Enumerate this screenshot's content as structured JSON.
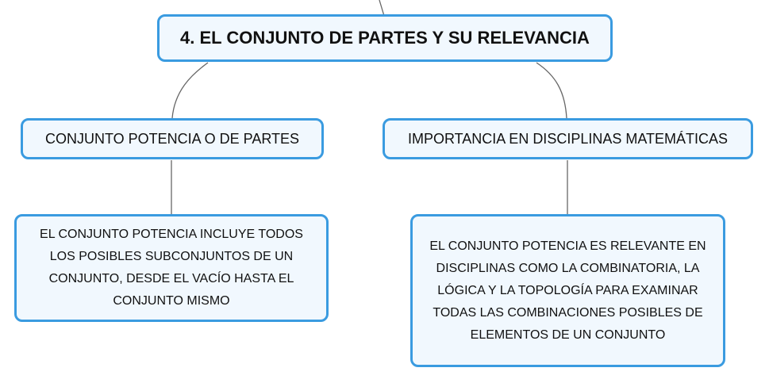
{
  "diagram": {
    "root": {
      "label": "4. EL CONJUNTO DE PARTES Y SU RELEVANCIA"
    },
    "branches": [
      {
        "label": "CONJUNTO POTENCIA O DE PARTES",
        "detail": "EL CONJUNTO POTENCIA INCLUYE TODOS LOS POSIBLES SUBCONJUNTOS DE UN CONJUNTO, DESDE EL VACÍO HASTA EL CONJUNTO MISMO"
      },
      {
        "label": "IMPORTANCIA EN DISCIPLINAS MATEMÁTICAS",
        "detail": "EL CONJUNTO POTENCIA ES RELEVANTE EN DISCIPLINAS COMO LA COMBINATORIA, LA LÓGICA Y LA TOPOLOGÍA PARA EXAMINAR TODAS LAS COMBINACIONES POSIBLES DE ELEMENTOS DE UN CONJUNTO"
      }
    ],
    "colors": {
      "node_border": "#3a9be0",
      "node_fill": "#f1f8fe",
      "connector": "#666666",
      "text": "#111111"
    }
  }
}
